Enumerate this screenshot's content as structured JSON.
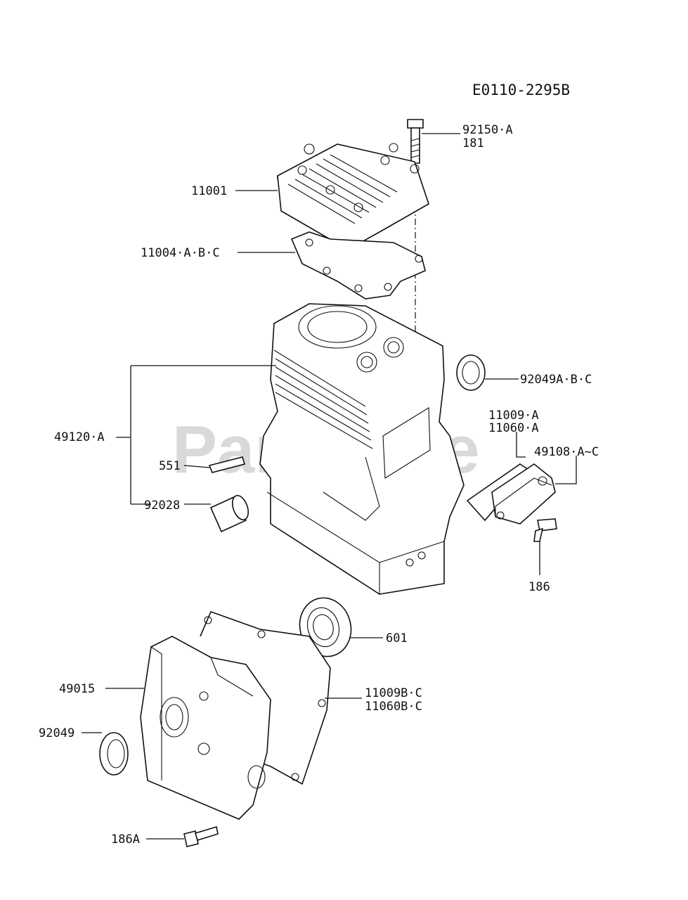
{
  "diagram_code": "E0110-2295B",
  "watermark": "PartsTree",
  "labels": {
    "l92150": "92150·A",
    "l181": "181",
    "l11001": "11001",
    "l11004": "11004·A·B·C",
    "l92049abc": "92049A·B·C",
    "l11009a": "11009·A",
    "l11060a": "11060·A",
    "l49108": "49108·A~C",
    "l49120": "49120·A",
    "l551": "551",
    "l92028": "92028",
    "l186": "186",
    "l601": "601",
    "l49015": "49015",
    "l11009bc": "11009B·C",
    "l11060bc": "11060B·C",
    "l92049": "92049",
    "l186a": "186A"
  }
}
